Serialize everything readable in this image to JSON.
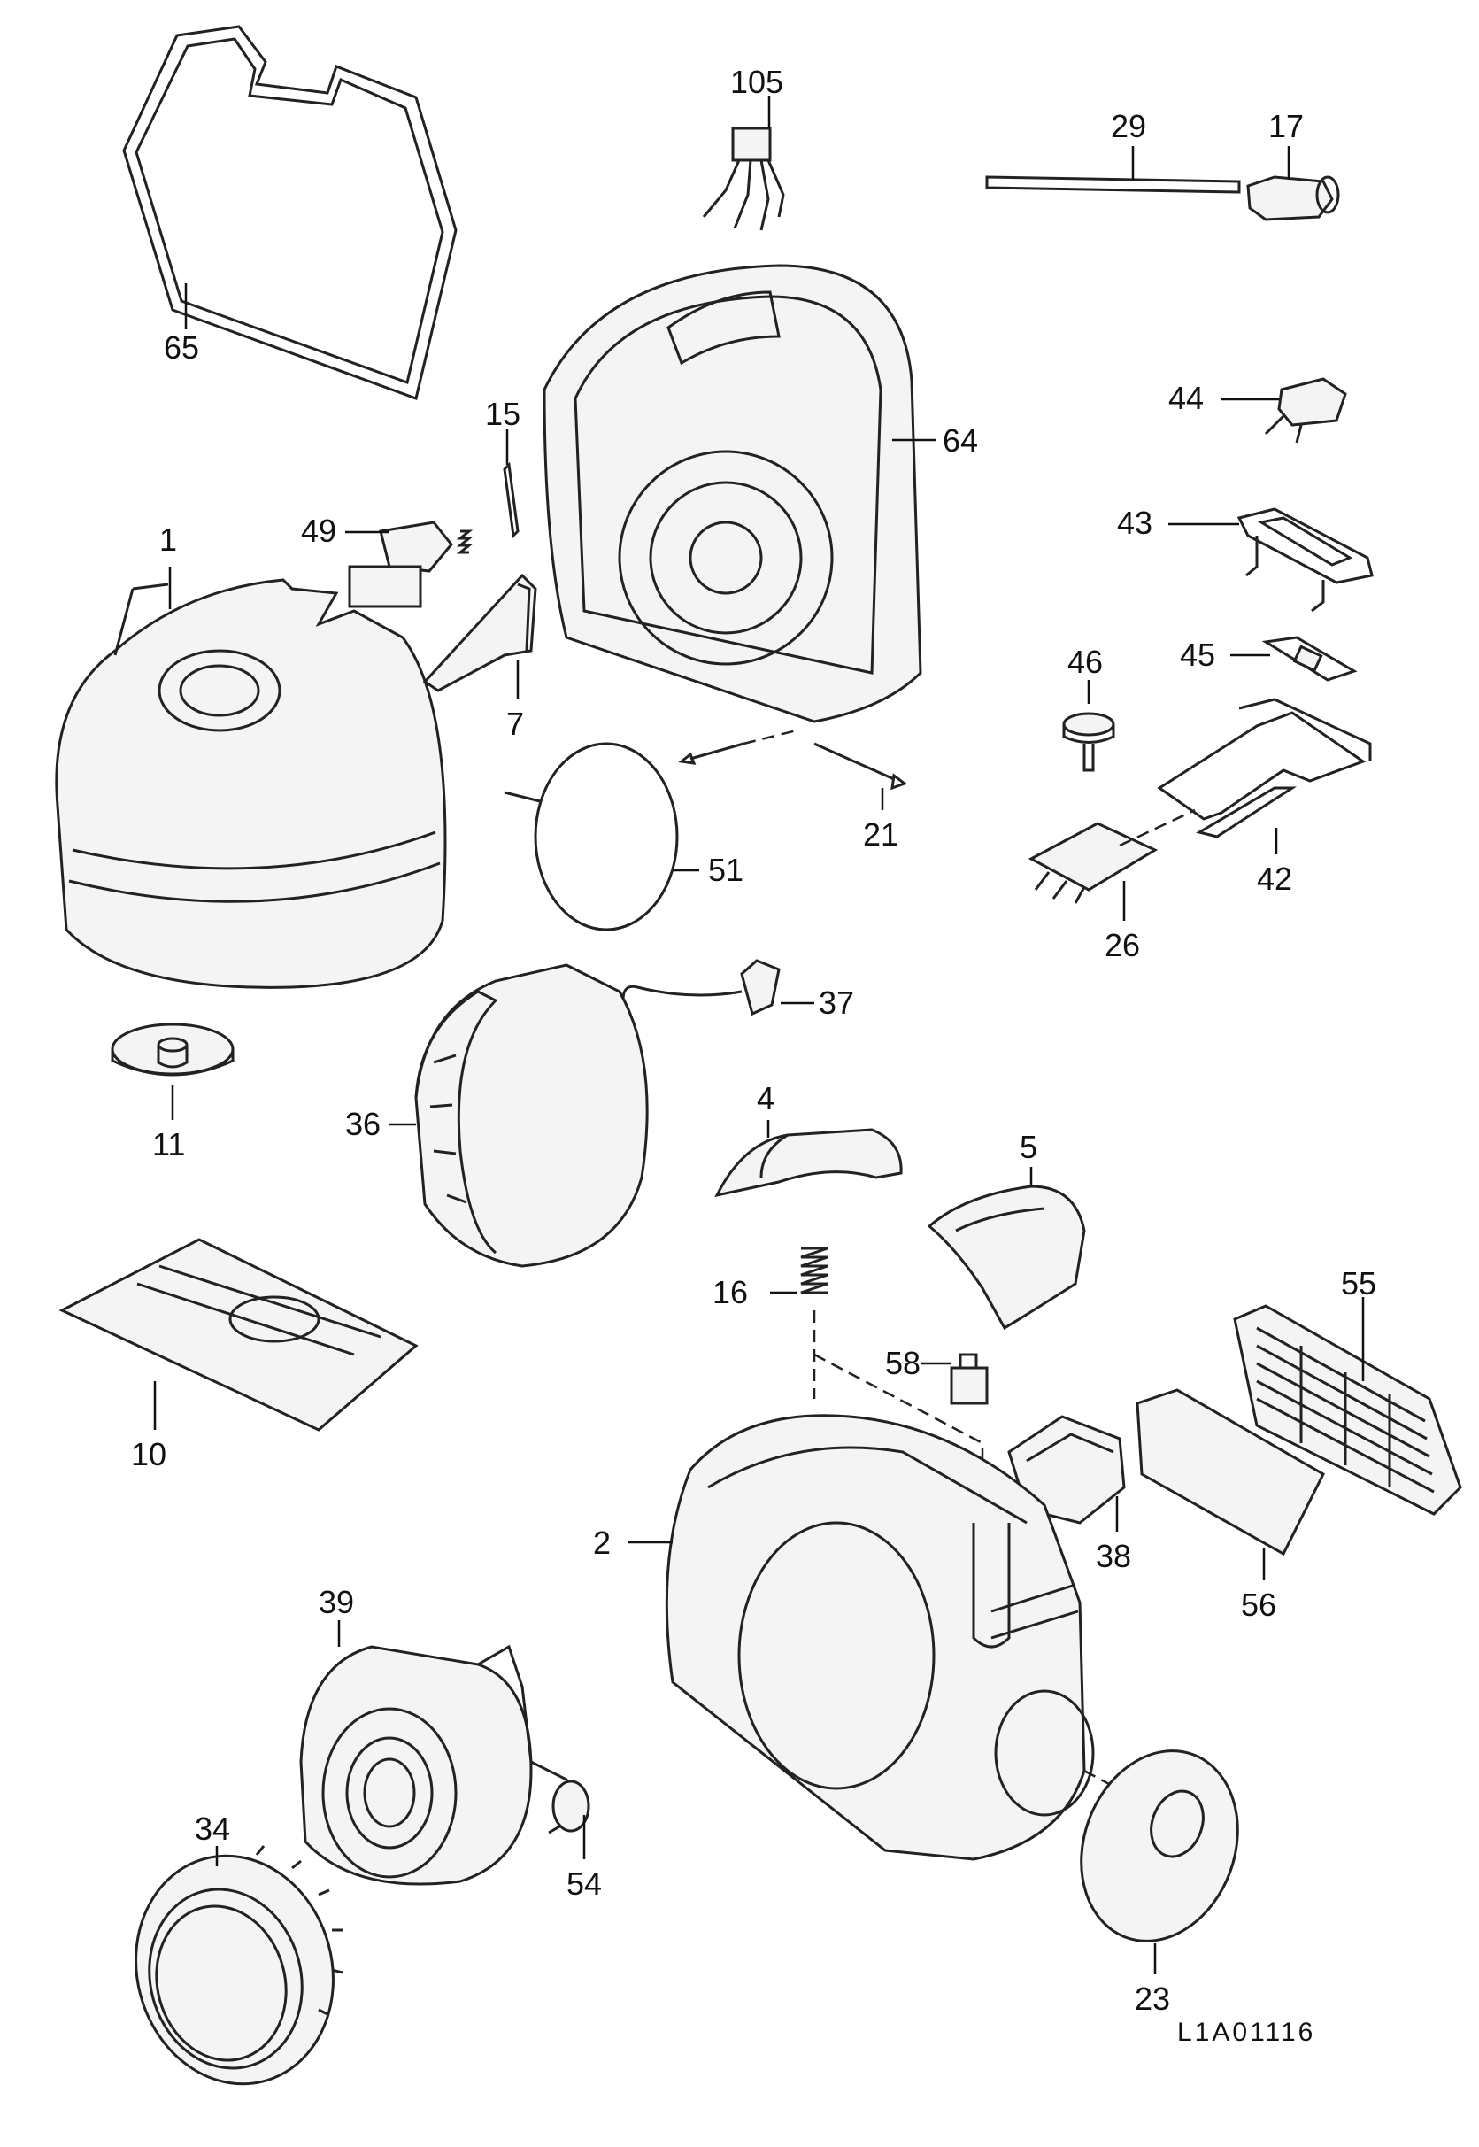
{
  "drawing_code": "L1A01116",
  "parts": [
    {
      "id": "p65",
      "label": "65"
    },
    {
      "id": "p105",
      "label": "105"
    },
    {
      "id": "p29",
      "label": "29"
    },
    {
      "id": "p17",
      "label": "17"
    },
    {
      "id": "p64",
      "label": "64"
    },
    {
      "id": "p44",
      "label": "44"
    },
    {
      "id": "p15",
      "label": "15"
    },
    {
      "id": "p49",
      "label": "49"
    },
    {
      "id": "p1",
      "label": "1"
    },
    {
      "id": "p43",
      "label": "43"
    },
    {
      "id": "p7",
      "label": "7"
    },
    {
      "id": "p45",
      "label": "45"
    },
    {
      "id": "p46",
      "label": "46"
    },
    {
      "id": "p21",
      "label": "21"
    },
    {
      "id": "p51",
      "label": "51"
    },
    {
      "id": "p42",
      "label": "42"
    },
    {
      "id": "p26",
      "label": "26"
    },
    {
      "id": "p37",
      "label": "37"
    },
    {
      "id": "p11",
      "label": "11"
    },
    {
      "id": "p36",
      "label": "36"
    },
    {
      "id": "p4",
      "label": "4"
    },
    {
      "id": "p5",
      "label": "5"
    },
    {
      "id": "p16",
      "label": "16"
    },
    {
      "id": "p55",
      "label": "55"
    },
    {
      "id": "p10",
      "label": "10"
    },
    {
      "id": "p58",
      "label": "58"
    },
    {
      "id": "p2",
      "label": "2"
    },
    {
      "id": "p38",
      "label": "38"
    },
    {
      "id": "p56",
      "label": "56"
    },
    {
      "id": "p39",
      "label": "39"
    },
    {
      "id": "p34",
      "label": "34"
    },
    {
      "id": "p54",
      "label": "54"
    },
    {
      "id": "p23",
      "label": "23"
    }
  ]
}
